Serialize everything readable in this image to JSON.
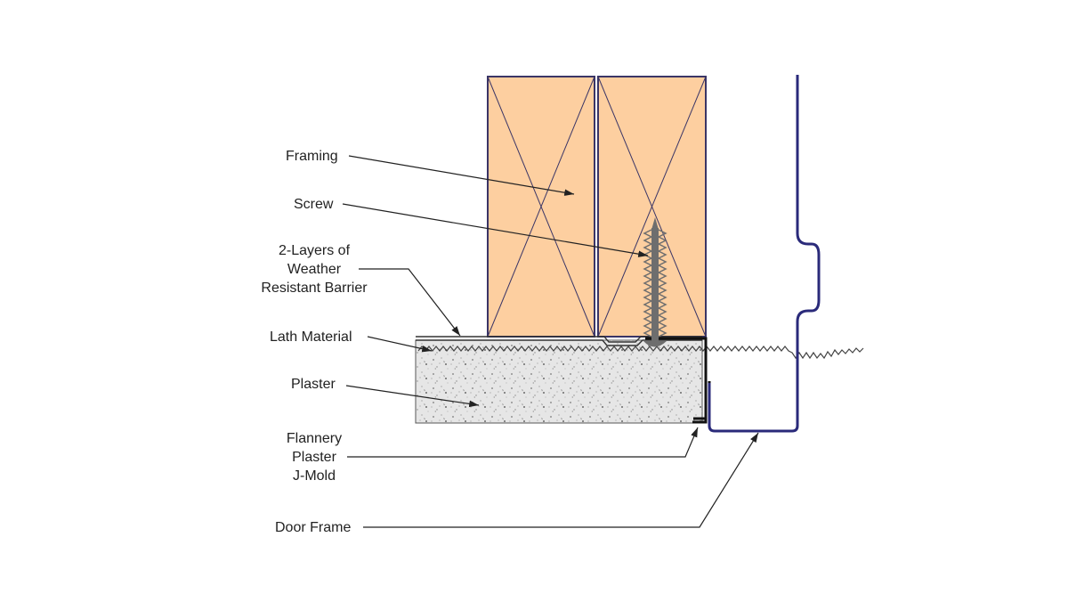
{
  "labels": {
    "framing": "Framing",
    "screw": "Screw",
    "wrb_line1": "2-Layers of",
    "wrb_line2": "Weather",
    "wrb_line3": "Resistant Barrier",
    "lath": "Lath Material",
    "plaster": "Plaster",
    "jmold_line1": "Flannery",
    "jmold_line2": "Plaster",
    "jmold_line3": "J-Mold",
    "door_frame": "Door Frame"
  },
  "colors": {
    "framing_fill": "#fdcfa0",
    "outline": "#3a3566",
    "door_frame": "#2a2a7a",
    "plaster_fill": "#e6e6e6",
    "screw": "#6e6e6e",
    "jmold": "#111111",
    "leader": "#222222",
    "text": "#222222"
  }
}
